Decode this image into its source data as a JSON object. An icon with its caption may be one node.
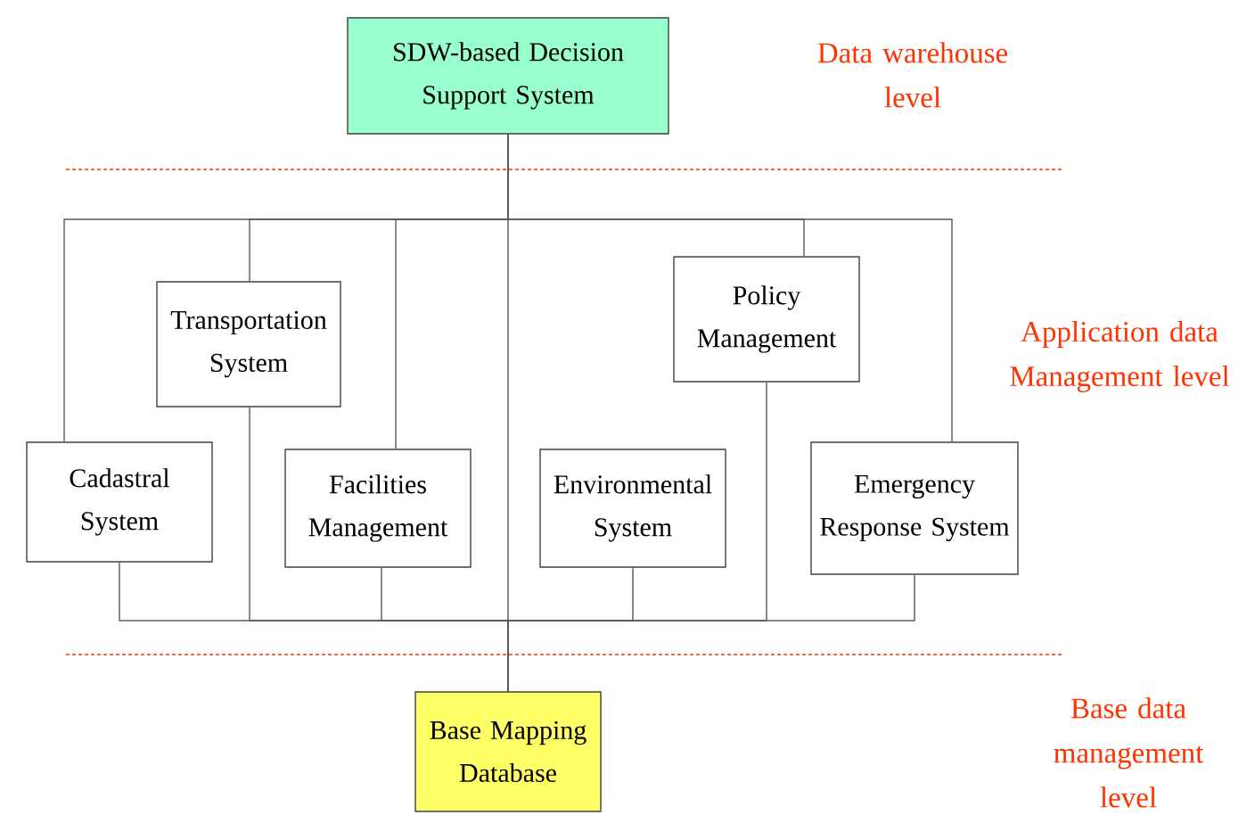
{
  "diagram": {
    "nodes": [
      {
        "text": [
          "SDW-based Decision Support System"
        ]
      },
      {
        "text": [
          "Policy Management"
        ]
      },
      {
        "text": [
          "Transportation System"
        ]
      },
      {
        "text": [
          "Cadastral System"
        ]
      },
      {
        "text": [
          "Facilities Management"
        ]
      },
      {
        "text": [
          "Environmental System"
        ]
      },
      {
        "text": [
          "Emergency Response System"
        ]
      },
      {
        "text": [
          "Base Mapping Database"
        ]
      }
    ],
    "edges": [
      {
        "from": 0,
        "to": 3,
        "arrow": "none"
      },
      {
        "from": 0,
        "to": 2,
        "arrow": "none"
      },
      {
        "from": 0,
        "to": 4,
        "arrow": "none"
      },
      {
        "from": 0,
        "to": 1,
        "arrow": "none"
      },
      {
        "from": 0,
        "to": 6,
        "arrow": "none"
      },
      {
        "from": 0,
        "to": 7,
        "arrow": "none"
      },
      {
        "from": 3,
        "to": 7,
        "arrow": "none"
      },
      {
        "from": 2,
        "to": 7,
        "arrow": "none"
      },
      {
        "from": 4,
        "to": 7,
        "arrow": "none"
      },
      {
        "from": 5,
        "to": 7,
        "arrow": "none"
      },
      {
        "from": 1,
        "to": 7,
        "arrow": "none"
      },
      {
        "from": 6,
        "to": 7,
        "arrow": "none"
      }
    ],
    "labels": [
      "Data warehouse level",
      "Application data Management level",
      "Base data management level"
    ]
  }
}
